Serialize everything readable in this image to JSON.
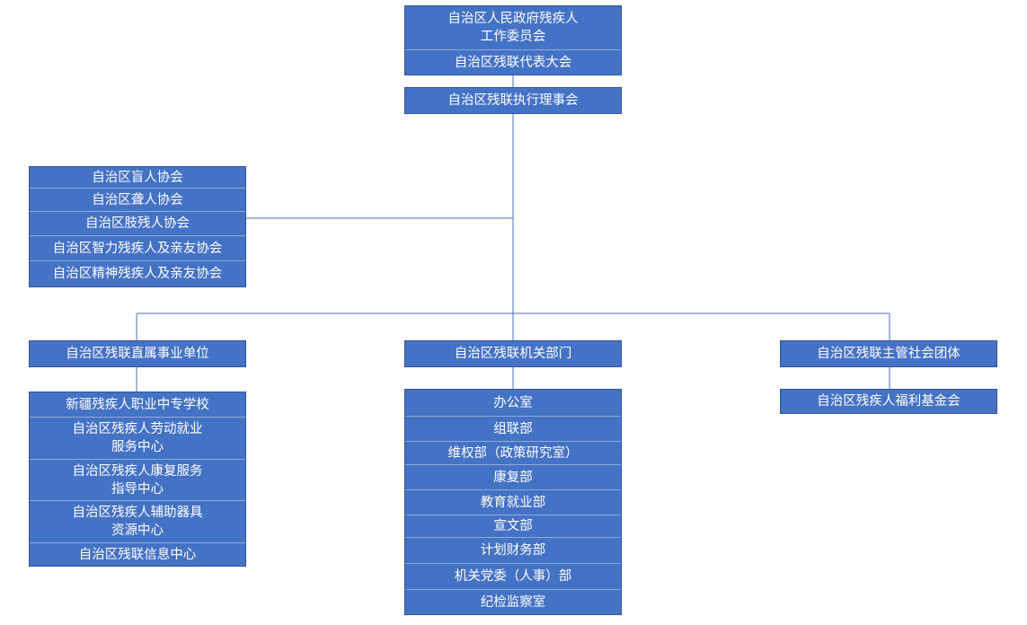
{
  "top": {
    "committee": "自治区人民政府残疾人\n工作委员会",
    "congress": "自治区残联代表大会",
    "executive": "自治区残联执行理事会"
  },
  "associations": [
    "自治区盲人协会",
    "自治区聋人协会",
    "自治区肢残人协会",
    "自治区智力残疾人及亲友协会",
    "自治区精神残疾人及亲友协会"
  ],
  "direct_units": {
    "header": "自治区残联直属事业单位",
    "items": [
      "新疆残疾人职业中专学校",
      "自治区残疾人劳动就业\n服务中心",
      "自治区残疾人康复服务\n指导中心",
      "自治区残疾人辅助器具\n资源中心",
      "自治区残联信息中心"
    ]
  },
  "departments": {
    "header": "自治区残联机关部门",
    "items": [
      "办公室",
      "组联部",
      "维权部（政策研究室）",
      "康复部",
      "教育就业部",
      "宣文部",
      "计划财务部",
      "机关党委（人事）部",
      "纪检监察室"
    ]
  },
  "social_groups": {
    "header": "自治区残联主管社会团体",
    "items": [
      "自治区残疾人福利基金会"
    ]
  },
  "colors": {
    "box_fill": "#4472c4",
    "box_border": "#2f5597",
    "divider": "#8faadc",
    "line": "#4f6fa8",
    "text": "#ffffff"
  }
}
